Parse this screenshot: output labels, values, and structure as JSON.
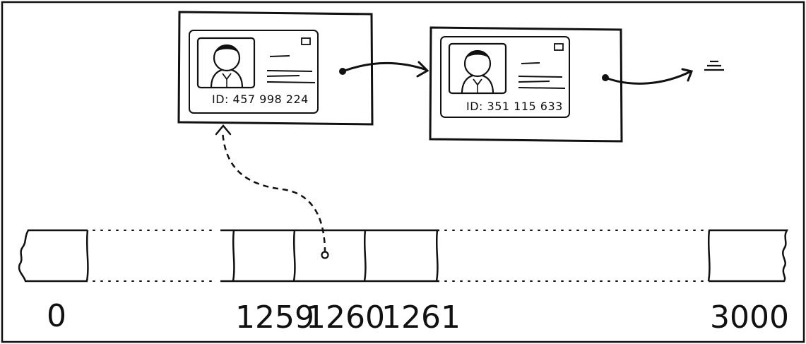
{
  "colors": {
    "ink": "#111111",
    "background": "#ffffff"
  },
  "cards": [
    {
      "id_text": "ID: 457 998 224",
      "icon": "person-avatar-icon"
    },
    {
      "id_text": "ID: 351 115 633",
      "icon": "person-avatar-icon"
    }
  ],
  "array": {
    "labels": {
      "first": "0",
      "i1259": "1259",
      "i1260": "1260",
      "i1261": "1261",
      "last": "3000"
    }
  }
}
